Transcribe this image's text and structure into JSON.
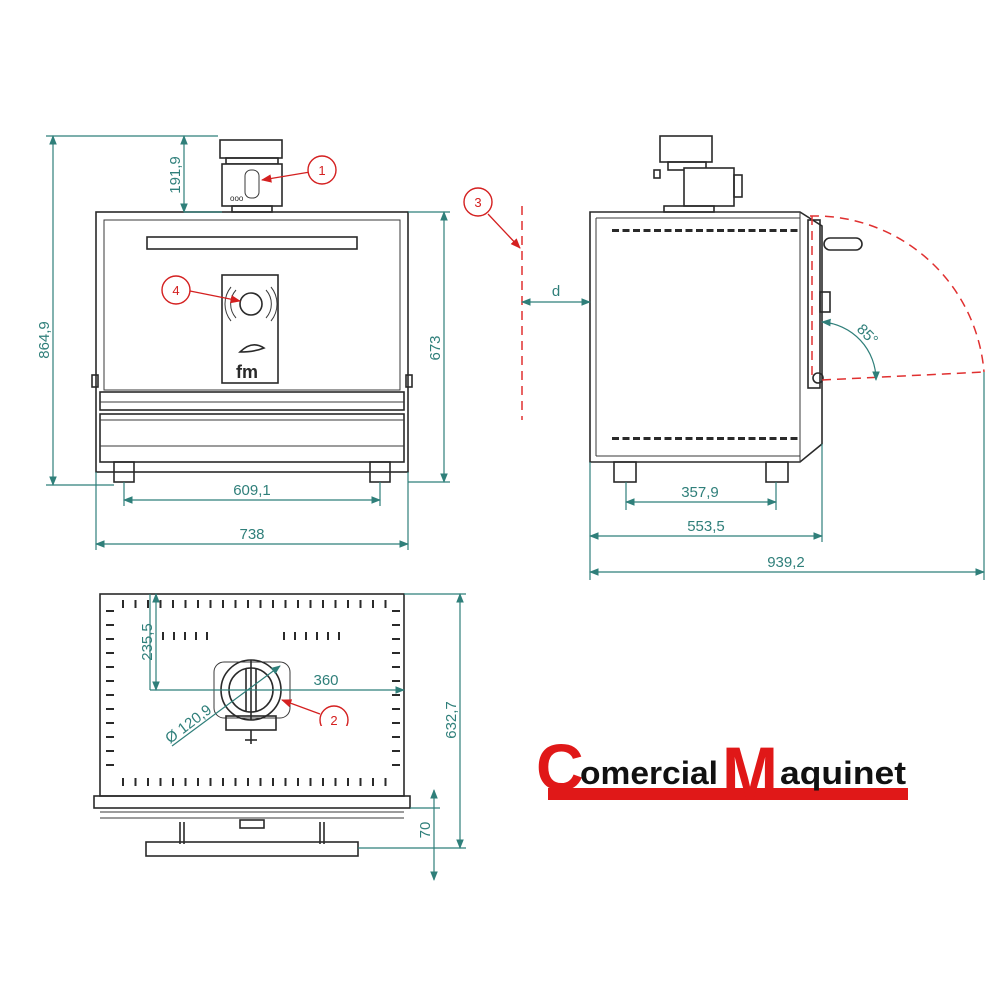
{
  "dimensions": {
    "front_total_height": "864,9",
    "front_fan_height": "191,9",
    "front_body_height": "673",
    "front_feet_span": "609,1",
    "front_width": "738",
    "side_feet_span": "357,9",
    "side_body_depth": "553,5",
    "side_total_depth": "939,2",
    "side_wall_clearance": "d",
    "door_angle": "85°",
    "top_outlet_offset": "235,5",
    "top_outlet_position": "360",
    "top_outlet_diameter": "Ø 120,9",
    "top_depth": "632,7",
    "top_handle_depth": "70"
  },
  "callouts": {
    "c1": "1",
    "c2": "2",
    "c3": "3",
    "c4": "4"
  },
  "panel_logo": "fm",
  "brand": {
    "word1_initial": "C",
    "word1_rest": "omercial",
    "word2_initial": "M",
    "word2_rest": "aquinet",
    "red": "#e01818",
    "black": "#111111"
  },
  "colors": {
    "dimension": "#2f7f7a",
    "callout": "#d42020",
    "outline": "#2a2a2a"
  }
}
